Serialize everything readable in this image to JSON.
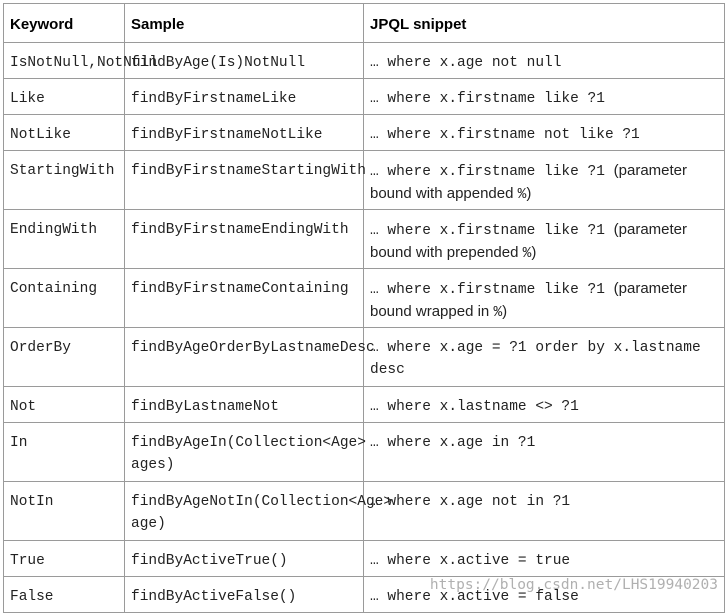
{
  "headers": [
    "Keyword",
    "Sample",
    "JPQL snippet"
  ],
  "rows": [
    {
      "keyword": "IsNotNull,NotNull",
      "sample": "findByAge(Is)NotNull",
      "jpql": "… where x.age not null",
      "tall": false
    },
    {
      "keyword": "Like",
      "sample": "findByFirstnameLike",
      "jpql": "… where x.firstname like ?1",
      "tall": false
    },
    {
      "keyword": "NotLike",
      "sample": "findByFirstnameNotLike",
      "jpql": "… where x.firstname not like ?1",
      "tall": false
    },
    {
      "keyword": "StartingWith",
      "sample": "findByFirstnameStartingWith",
      "jpql": "… where x.firstname like ?1",
      "note_pre": "(parameter bound with appended ",
      "note_sym": "%",
      "note_post": ")",
      "tall": true
    },
    {
      "keyword": "EndingWith",
      "sample": "findByFirstnameEndingWith",
      "jpql": "… where x.firstname like ?1",
      "note_pre": "(parameter bound with prepended ",
      "note_sym": "%",
      "note_post": ")",
      "tall": true
    },
    {
      "keyword": "Containing",
      "sample": "findByFirstnameContaining",
      "jpql": "… where x.firstname like ?1",
      "note_pre": "(parameter bound wrapped in ",
      "note_sym": "%",
      "note_post": ")",
      "tall": true
    },
    {
      "keyword": "OrderBy",
      "sample": "findByAgeOrderByLastnameDesc",
      "jpql": "… where x.age = ?1 order by x.lastname desc",
      "tall": true
    },
    {
      "keyword": "Not",
      "sample": "findByLastnameNot",
      "jpql": "… where x.lastname <> ?1",
      "tall": false
    },
    {
      "keyword": "In",
      "sample": "findByAgeIn(Collection<Age> ages)",
      "jpql": "… where x.age in ?1",
      "tall": true
    },
    {
      "keyword": "NotIn",
      "sample": "findByAgeNotIn(Collection<Age> age)",
      "jpql": "… where x.age not in ?1",
      "tall": true
    },
    {
      "keyword": "True",
      "sample": "findByActiveTrue()",
      "jpql": "… where x.active = true",
      "tall": false
    },
    {
      "keyword": "False",
      "sample": "findByActiveFalse()",
      "jpql": "… where x.active = false",
      "tall": false
    }
  ],
  "watermark": "https://blog.csdn.net/LHS19940203"
}
